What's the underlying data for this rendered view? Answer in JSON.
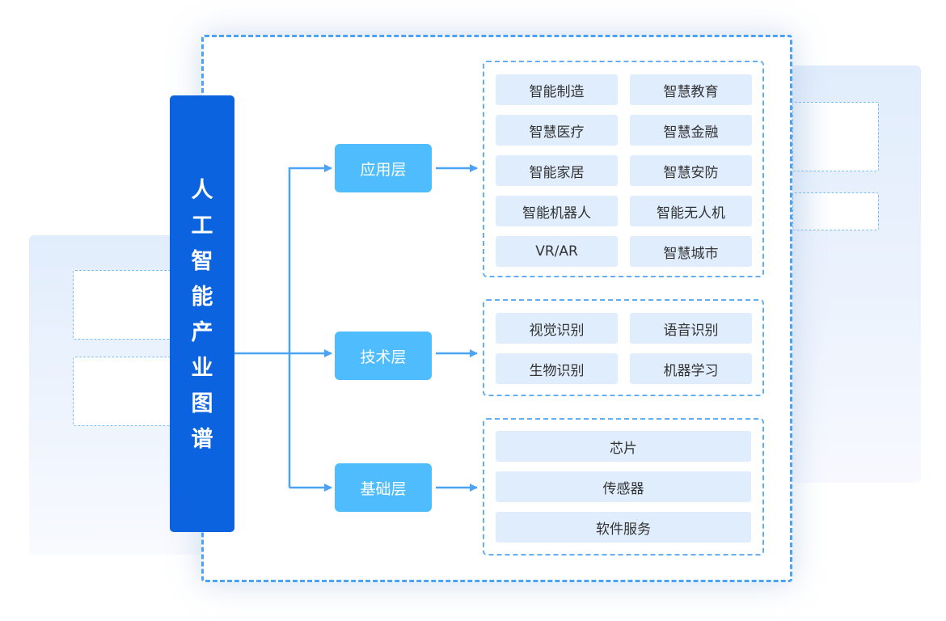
{
  "title": "人工智能产业图谱",
  "title_chars": [
    "人",
    "工",
    "智",
    "能",
    "产",
    "业",
    "图",
    "谱"
  ],
  "colors": {
    "title_bg": "#0b63e0",
    "layer_bg": "#4fbcfd",
    "cell_bg": "#e0edfd",
    "dashed_border": "#4aa3f4",
    "connector": "#4aa3f4"
  },
  "layers": [
    {
      "name": "应用层",
      "items": [
        "智能制造",
        "智慧教育",
        "智慧医疗",
        "智慧金融",
        "智能家居",
        "智慧安防",
        "智能机器人",
        "智能无人机",
        "VR/AR",
        "智慧城市"
      ]
    },
    {
      "name": "技术层",
      "items": [
        "视觉识别",
        "语音识别",
        "生物识别",
        "机器学习"
      ]
    },
    {
      "name": "基础层",
      "items": [
        "芯片",
        "传感器",
        "软件服务"
      ]
    }
  ]
}
